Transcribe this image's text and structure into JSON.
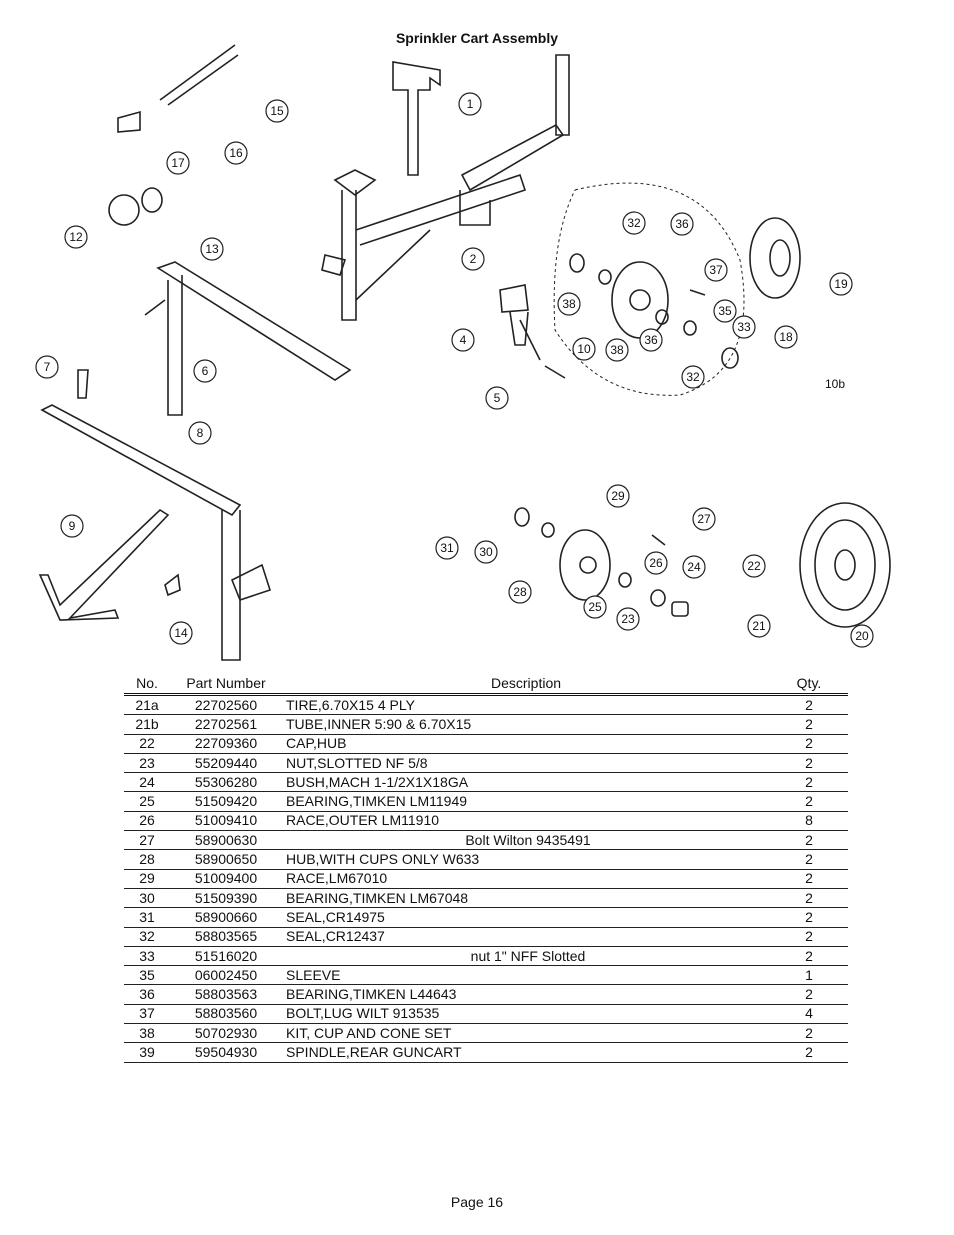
{
  "title": "Sprinkler Cart Assembly",
  "callouts": [
    "1",
    "2",
    "4",
    "5",
    "6",
    "7",
    "8",
    "9",
    "12",
    "13",
    "14",
    "15",
    "16",
    "17",
    "18",
    "19",
    "20",
    "21",
    "22",
    "23",
    "24",
    "25",
    "26",
    "27",
    "28",
    "29",
    "30",
    "31",
    "32",
    "33",
    "35",
    "36",
    "37",
    "38",
    "10",
    "10b"
  ],
  "table": {
    "headers": [
      "No.",
      "Part Number",
      "Description",
      "Qty."
    ],
    "rows": [
      {
        "no": "21a",
        "part": "22702560",
        "desc": "TIRE,6.70X15 4 PLY",
        "qty": "2"
      },
      {
        "no": "21b",
        "part": "22702561",
        "desc": "TUBE,INNER 5:90 & 6.70X15",
        "qty": "2"
      },
      {
        "no": "22",
        "part": "22709360",
        "desc": "CAP,HUB",
        "qty": "2"
      },
      {
        "no": "23",
        "part": "55209440",
        "desc": "NUT,SLOTTED NF 5/8",
        "qty": "2"
      },
      {
        "no": "24",
        "part": "55306280",
        "desc": "BUSH,MACH 1-1/2X1X18GA",
        "qty": "2"
      },
      {
        "no": "25",
        "part": "51509420",
        "desc": "BEARING,TIMKEN LM11949",
        "qty": "2"
      },
      {
        "no": "26",
        "part": "51009410",
        "desc": "RACE,OUTER LM11910",
        "qty": "8"
      },
      {
        "no": "27",
        "part": "58900630",
        "desc": "Bolt Wilton 9435491",
        "qty": "2"
      },
      {
        "no": "28",
        "part": "58900650",
        "desc": "HUB,WITH CUPS ONLY W633",
        "qty": "2"
      },
      {
        "no": "29",
        "part": "51009400",
        "desc": "RACE,LM67010",
        "qty": "2"
      },
      {
        "no": "30",
        "part": "51509390",
        "desc": "BEARING,TIMKEN LM67048",
        "qty": "2"
      },
      {
        "no": "31",
        "part": "58900660",
        "desc": "SEAL,CR14975",
        "qty": "2"
      },
      {
        "no": "32",
        "part": "58803565",
        "desc": "SEAL,CR12437",
        "qty": "2"
      },
      {
        "no": "33",
        "part": "51516020",
        "desc": "nut 1\" NFF Slotted",
        "qty": "2"
      },
      {
        "no": "35",
        "part": "06002450",
        "desc": "SLEEVE",
        "qty": "1"
      },
      {
        "no": "36",
        "part": "58803563",
        "desc": "BEARING,TIMKEN L44643",
        "qty": "2"
      },
      {
        "no": "37",
        "part": "58803560",
        "desc": "BOLT,LUG WILT 913535",
        "qty": "4"
      },
      {
        "no": "38",
        "part": "50702930",
        "desc": "KIT, CUP AND CONE SET",
        "qty": "2"
      },
      {
        "no": "39",
        "part": "59504930",
        "desc": "SPINDLE,REAR GUNCART",
        "qty": "2"
      }
    ]
  },
  "footer": "Page 16"
}
